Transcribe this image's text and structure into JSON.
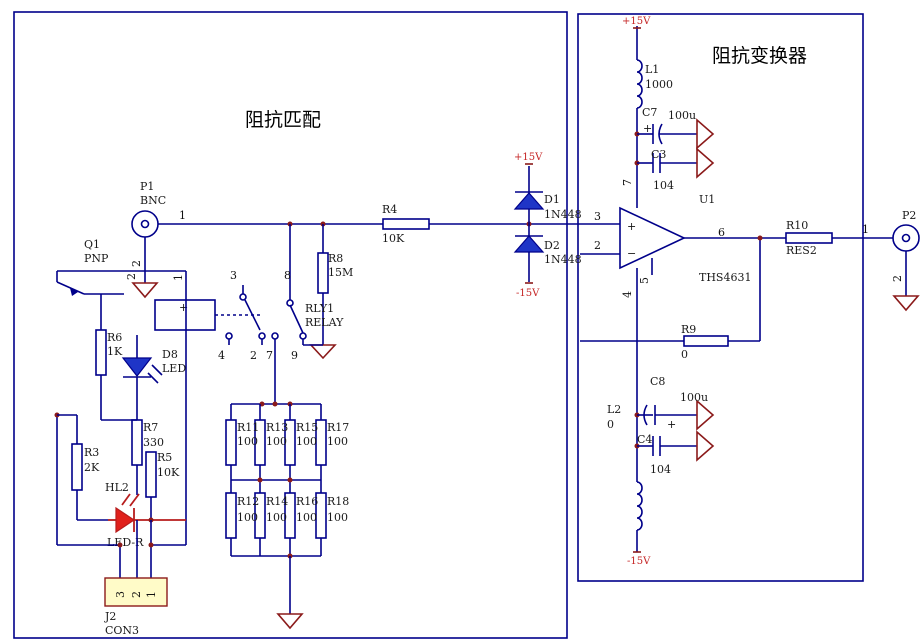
{
  "titles": {
    "matching": "阻抗匹配",
    "converter": "阻抗变换器"
  },
  "rails": {
    "pos": "+15V",
    "neg": "-15V"
  },
  "p1": {
    "ref": "P1",
    "val": "BNC",
    "pin1": "1",
    "pin2": "2"
  },
  "p2": {
    "ref": "P2",
    "pin1": "1",
    "pin2": "2"
  },
  "q1": {
    "ref": "Q1",
    "val": "PNP",
    "pin1": "1",
    "pin2": "2"
  },
  "r3": {
    "ref": "R3",
    "val": "2K"
  },
  "r4": {
    "ref": "R4",
    "val": "10K"
  },
  "r5": {
    "ref": "R5",
    "val": "10K"
  },
  "r6": {
    "ref": "R6",
    "val": "1K"
  },
  "r7": {
    "ref": "R7",
    "val": "330"
  },
  "r8": {
    "ref": "R8",
    "val": "15M"
  },
  "r9": {
    "ref": "R9",
    "val": "0"
  },
  "r10": {
    "ref": "R10",
    "val": "RES2"
  },
  "load_resistors": [
    {
      "ref": "R11",
      "val": "100"
    },
    {
      "ref": "R13",
      "val": "100"
    },
    {
      "ref": "R15",
      "val": "100"
    },
    {
      "ref": "R17",
      "val": "100"
    },
    {
      "ref": "R12",
      "val": "100"
    },
    {
      "ref": "R14",
      "val": "100"
    },
    {
      "ref": "R16",
      "val": "100"
    },
    {
      "ref": "R18",
      "val": "100"
    }
  ],
  "rly1": {
    "ref": "RLY1",
    "val": "RELAY",
    "pins": [
      "3",
      "8",
      "4",
      "2",
      "7",
      "9"
    ],
    "coil_mark": "+"
  },
  "d1": {
    "ref": "D1",
    "val": "1N448"
  },
  "d2": {
    "ref": "D2",
    "val": "1N448"
  },
  "d8": {
    "ref": "D8",
    "val": "LED"
  },
  "hl2": {
    "ref": "HL2",
    "val": "LED-R"
  },
  "j2": {
    "ref": "J2",
    "val": "CON3",
    "pins": [
      "3",
      "2",
      "1"
    ]
  },
  "u1": {
    "ref": "U1",
    "val": "THS4631",
    "pin3": "3",
    "pin2": "2",
    "pin6": "6",
    "pin7": "7",
    "pin4": "4",
    "pin5": "5",
    "plus": "+",
    "minus": "−"
  },
  "l1": {
    "ref": "L1",
    "val": "1000"
  },
  "l2": {
    "ref": "L2",
    "val": "0"
  },
  "c7": {
    "ref": "C7",
    "val": "100u",
    "mark": "+"
  },
  "c3": {
    "ref": "C3",
    "val": "104"
  },
  "c8": {
    "ref": "C8",
    "val": "100u",
    "mark": "+"
  },
  "c4": {
    "ref": "C4",
    "val": "104"
  },
  "colors": {
    "wire": "#00008a",
    "ground": "#8b1a1a",
    "rail": "#c62828",
    "diode_fill": "#1f35c7",
    "led_fill": "#e0201b"
  }
}
